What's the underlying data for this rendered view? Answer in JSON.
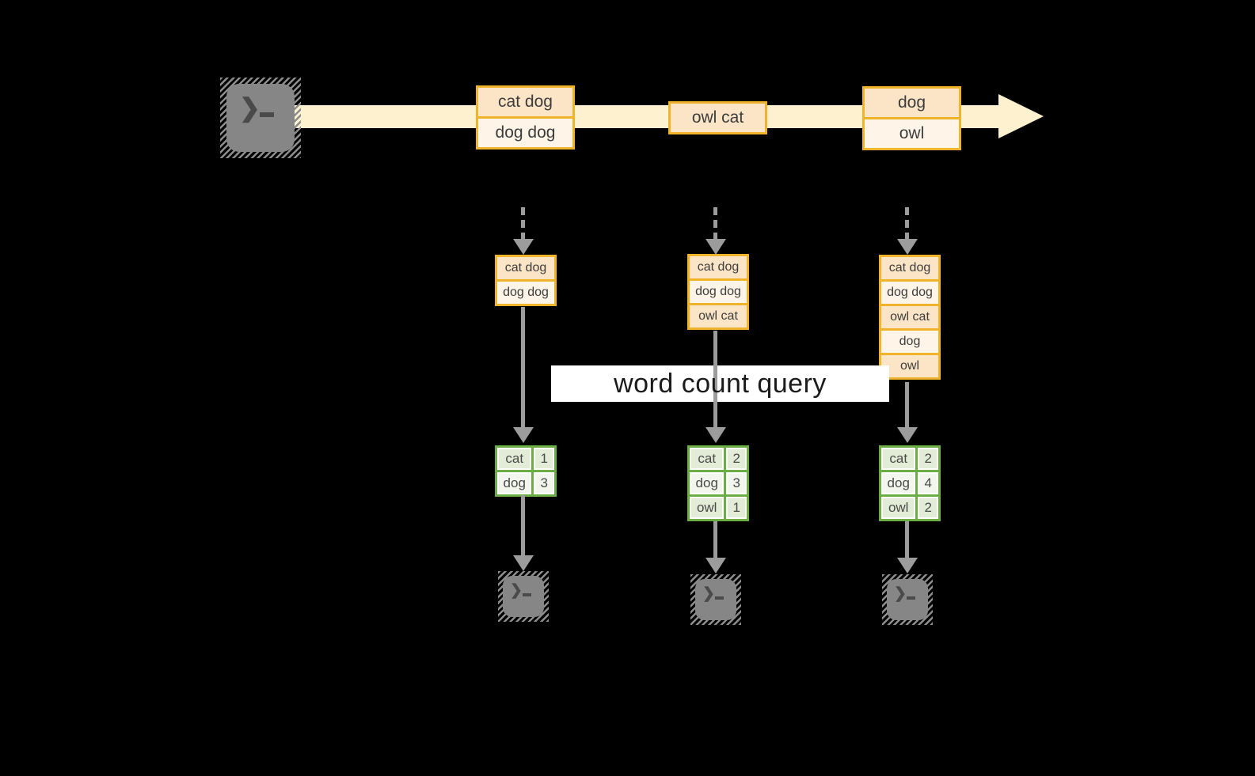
{
  "colors": {
    "background": "#000000",
    "stream_band": "#fdf1cf",
    "record_border": "#f0b42a",
    "record_fill_dark": "#fbe5c6",
    "record_fill_light": "#fef4e7",
    "table_border": "#6dad45",
    "table_fill_dark": "#e3ecd6",
    "table_fill_light": "#f2f6ec",
    "arrow_gray": "#9c9c9c",
    "terminal_gray": "#868686",
    "text_dark": "#3d3d3d"
  },
  "stream": {
    "records": [
      {
        "cells": [
          "cat dog",
          "dog dog"
        ]
      },
      {
        "cells": [
          "owl cat"
        ]
      },
      {
        "cells": [
          "dog",
          "owl"
        ]
      }
    ]
  },
  "query": {
    "label": "word count query"
  },
  "columns": [
    {
      "buffer": {
        "cells": [
          "cat dog",
          "dog dog"
        ]
      },
      "counts": {
        "rows": [
          {
            "word": "cat",
            "count": "1"
          },
          {
            "word": "dog",
            "count": "3"
          }
        ]
      }
    },
    {
      "buffer": {
        "cells": [
          "cat dog",
          "dog dog",
          "owl cat"
        ]
      },
      "counts": {
        "rows": [
          {
            "word": "cat",
            "count": "2"
          },
          {
            "word": "dog",
            "count": "3"
          },
          {
            "word": "owl",
            "count": "1"
          }
        ]
      }
    },
    {
      "buffer": {
        "cells": [
          "cat dog",
          "dog dog",
          "owl cat",
          "dog",
          "owl"
        ]
      },
      "counts": {
        "rows": [
          {
            "word": "cat",
            "count": "2"
          },
          {
            "word": "dog",
            "count": "4"
          },
          {
            "word": "owl",
            "count": "2"
          }
        ]
      }
    }
  ],
  "icons": {
    "source": "terminal-prompt-icon",
    "outputs": [
      "terminal-prompt-icon",
      "terminal-prompt-icon",
      "terminal-prompt-icon"
    ]
  }
}
